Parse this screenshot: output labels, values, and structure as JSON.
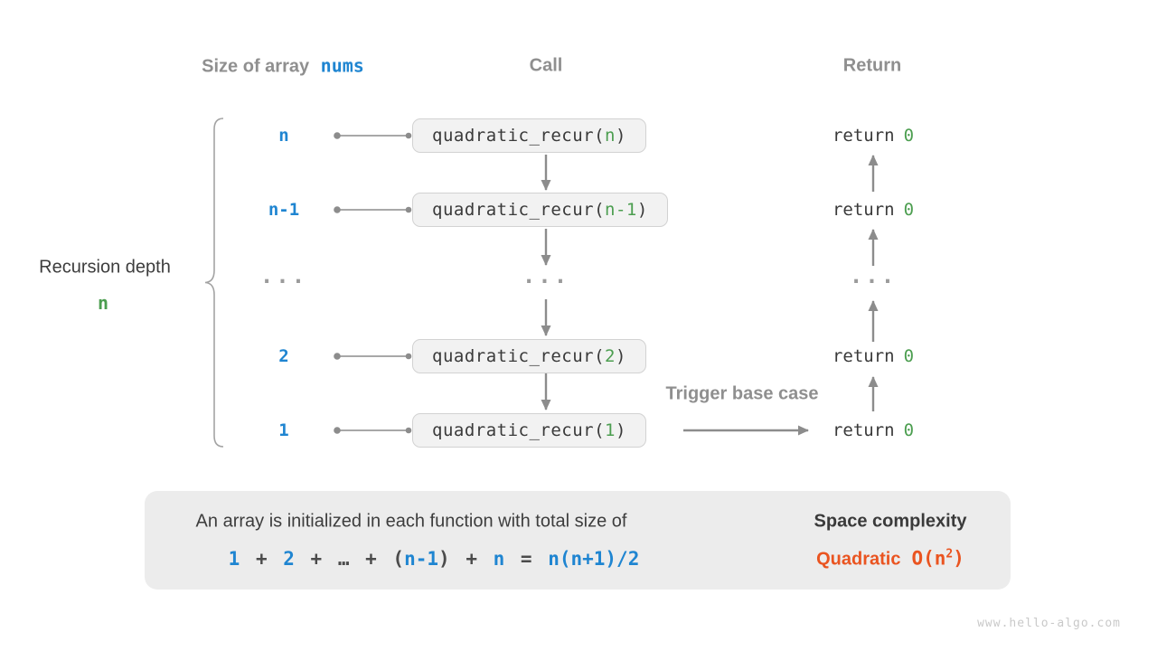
{
  "headers": {
    "size_of_array": "Size of array",
    "array_name": "nums",
    "call": "Call",
    "ret": "Return"
  },
  "depth": {
    "label": "Recursion depth",
    "value": "n"
  },
  "ellipsis": "...",
  "trigger_label": "Trigger base case",
  "rows": [
    {
      "size": "n",
      "fn": "quadratic_recur(",
      "arg": "n",
      "close": ")",
      "ret_kw": "return",
      "ret_val": "0"
    },
    {
      "size": "n-1",
      "fn": "quadratic_recur(",
      "arg": "n-1",
      "close": ")",
      "ret_kw": "return",
      "ret_val": "0"
    },
    {
      "size": "2",
      "fn": "quadratic_recur(",
      "arg": "2",
      "close": ")",
      "ret_kw": "return",
      "ret_val": "0"
    },
    {
      "size": "1",
      "fn": "quadratic_recur(",
      "arg": "1",
      "close": ")",
      "ret_kw": "return",
      "ret_val": "0"
    }
  ],
  "summary": {
    "description": "An array is initialized in each function with total size of",
    "formula": [
      {
        "t": "1"
      },
      {
        "t": " + "
      },
      {
        "t": "2"
      },
      {
        "t": " + "
      },
      {
        "t": "…"
      },
      {
        "t": " + "
      },
      {
        "t": "("
      },
      {
        "t": "n-1"
      },
      {
        "t": ")"
      },
      {
        "t": " + "
      },
      {
        "t": "n"
      },
      {
        "t": " = "
      },
      {
        "t": "n(n+1)/2"
      }
    ],
    "space_title": "Space complexity",
    "space_word": "Quadratic",
    "o_pre": "O(n",
    "o_exp": "2",
    "o_post": ")"
  },
  "watermark": "www.hello-algo.com",
  "colors": {
    "blue": "#1f85d1",
    "green": "#4c9e50",
    "orange": "#ea5420",
    "heading_gray": "#8f8f8f",
    "text_dark": "#3d3d3d",
    "arrow_gray": "#8c8c8c",
    "box_fill": "#f2f2f2",
    "box_border": "#d2d2d2",
    "panel_fill": "#ececec",
    "block_arrow_gray": "#c7c7c7",
    "watermark_gray": "#c9c9c9"
  }
}
